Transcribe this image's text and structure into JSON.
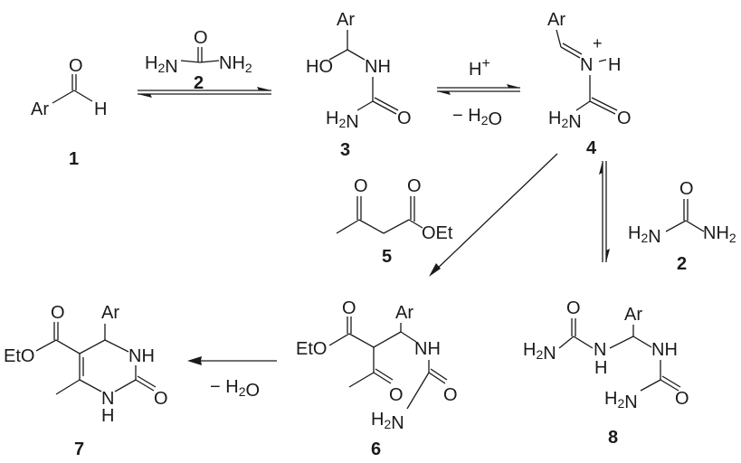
{
  "compounds": {
    "c1": {
      "label": "1",
      "ar": "Ar",
      "o": "O",
      "h": "H"
    },
    "c2_top": {
      "label": "2",
      "o": "O",
      "left": "H2N",
      "right": "NH2"
    },
    "c3": {
      "label": "3",
      "ar": "Ar",
      "ho": "HO",
      "nh": "NH",
      "h2n": "H2N",
      "o": "O"
    },
    "c4": {
      "label": "4",
      "ar": "Ar",
      "n": "N",
      "plus": "+",
      "h": "H",
      "h2n": "H2N",
      "o": "O"
    },
    "c5": {
      "label": "5",
      "o1": "O",
      "o2": "O",
      "oet": "OEt"
    },
    "c2_right": {
      "label": "2",
      "o": "O",
      "left": "H2N",
      "right": "NH2"
    },
    "c6": {
      "label": "6",
      "eto": "EtO",
      "o1": "O",
      "ar": "Ar",
      "nh": "NH",
      "o2": "O",
      "o3": "O",
      "h2n": "H2N"
    },
    "c7": {
      "label": "7",
      "eto": "EtO",
      "o1": "O",
      "ar": "Ar",
      "nh": "NH",
      "n": "N",
      "h": "H",
      "o2": "O"
    },
    "c8": {
      "label": "8",
      "ar": "Ar",
      "h2n1": "H2N",
      "o1": "O",
      "n": "N",
      "h": "H",
      "nh": "NH",
      "h2n2": "H2N",
      "o2": "O"
    }
  },
  "conditions": {
    "acid": "H+",
    "minus_water_1": "− H2O",
    "minus_water_2": "− H2O"
  }
}
